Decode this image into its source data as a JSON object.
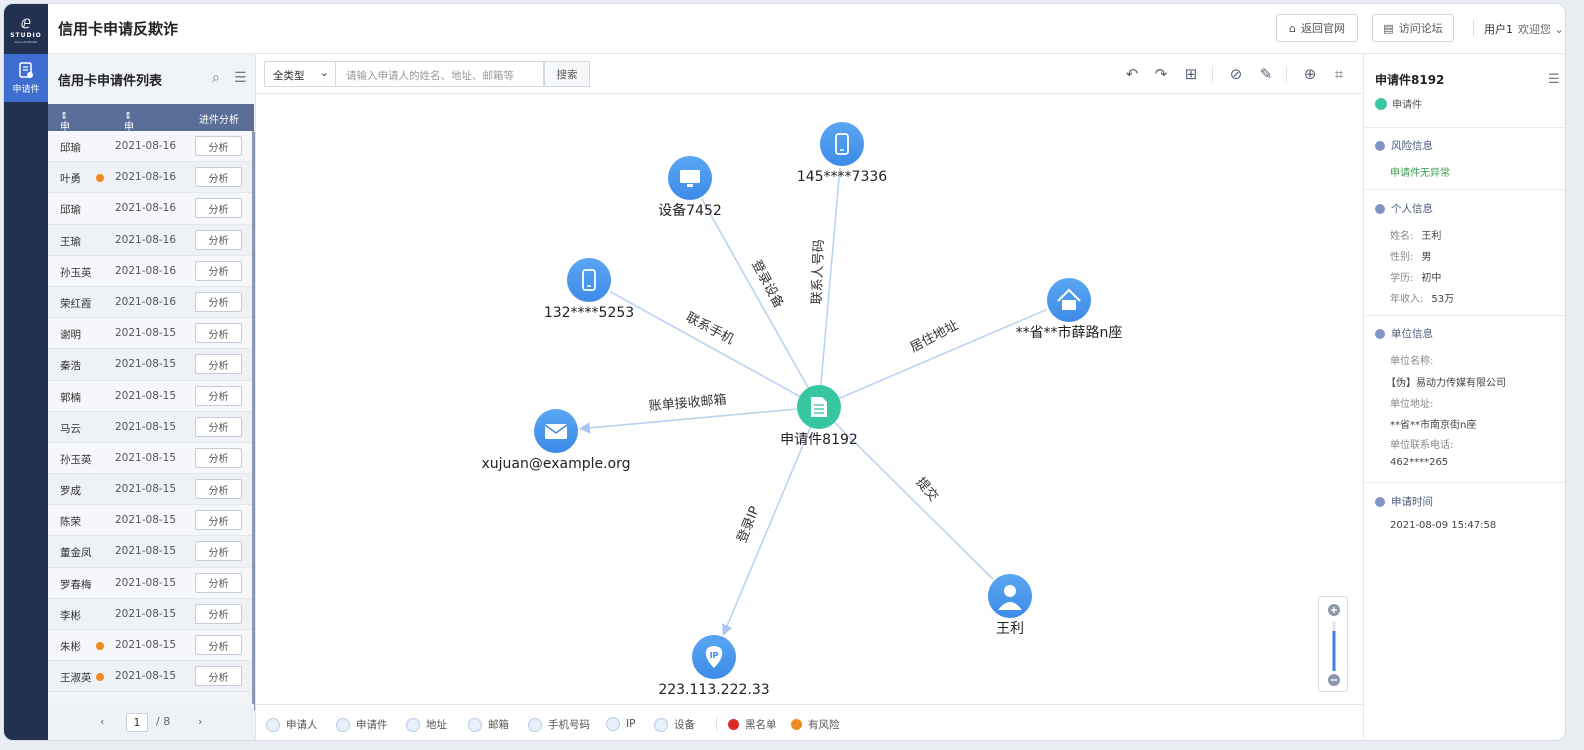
{
  "app": {
    "logo_text": "STUDIO",
    "logo_sub": "GALAXYBASE",
    "title": "信用卡申请反欺诈"
  },
  "rail": {
    "item_label": "申请件"
  },
  "header": {
    "home_button": "返回官网",
    "forum_button": "访问论坛",
    "user": "用户1",
    "welcome": "欢迎您"
  },
  "list": {
    "title": "信用卡申请件列表",
    "columns": {
      "applicant": "申请人",
      "time": "申请时间",
      "analysis": "进件分析"
    },
    "rows": [
      {
        "name": "邱瑜",
        "date": "2021-08-16",
        "risk": false,
        "action": "分析"
      },
      {
        "name": "叶勇",
        "date": "2021-08-16",
        "risk": true,
        "action": "分析"
      },
      {
        "name": "邱瑜",
        "date": "2021-08-16",
        "risk": false,
        "action": "分析"
      },
      {
        "name": "王瑜",
        "date": "2021-08-16",
        "risk": false,
        "action": "分析"
      },
      {
        "name": "孙玉英",
        "date": "2021-08-16",
        "risk": false,
        "action": "分析"
      },
      {
        "name": "荣红霞",
        "date": "2021-08-16",
        "risk": false,
        "action": "分析"
      },
      {
        "name": "谢明",
        "date": "2021-08-15",
        "risk": false,
        "action": "分析"
      },
      {
        "name": "秦浩",
        "date": "2021-08-15",
        "risk": false,
        "action": "分析"
      },
      {
        "name": "郭楠",
        "date": "2021-08-15",
        "risk": false,
        "action": "分析"
      },
      {
        "name": "马云",
        "date": "2021-08-15",
        "risk": false,
        "action": "分析"
      },
      {
        "name": "孙玉英",
        "date": "2021-08-15",
        "risk": false,
        "action": "分析"
      },
      {
        "name": "罗成",
        "date": "2021-08-15",
        "risk": false,
        "action": "分析"
      },
      {
        "name": "陈荣",
        "date": "2021-08-15",
        "risk": false,
        "action": "分析"
      },
      {
        "name": "董金凤",
        "date": "2021-08-15",
        "risk": false,
        "action": "分析"
      },
      {
        "name": "罗春梅",
        "date": "2021-08-15",
        "risk": false,
        "action": "分析"
      },
      {
        "name": "李彬",
        "date": "2021-08-15",
        "risk": false,
        "action": "分析"
      },
      {
        "name": "朱彬",
        "date": "2021-08-15",
        "risk": true,
        "action": "分析"
      },
      {
        "name": "王淑英",
        "date": "2021-08-15",
        "risk": true,
        "action": "分析"
      }
    ],
    "pager": {
      "current": "1",
      "total": "/ 8",
      "prev": "‹",
      "next": "›"
    }
  },
  "toolbar": {
    "type_select": "全类型",
    "search_placeholder": "请输入申请人的姓名、地址、邮箱等",
    "search_button": "搜索"
  },
  "graph": {
    "center": {
      "label": "申请件8192",
      "icon": "document-icon"
    },
    "nodes": [
      {
        "id": "phone2",
        "label": "145****7336",
        "icon": "phone-icon",
        "edge": "联系人号码"
      },
      {
        "id": "device",
        "label": "设备7452",
        "icon": "monitor-icon",
        "edge": "登录设备"
      },
      {
        "id": "phone1",
        "label": "132****5253",
        "icon": "phone-icon",
        "edge": "联系手机"
      },
      {
        "id": "home",
        "label": "**省**市薛路n座",
        "icon": "house-icon",
        "edge": "居住地址"
      },
      {
        "id": "email",
        "label": "xujuan@example.org",
        "icon": "mail-icon",
        "edge": "账单接收邮箱"
      },
      {
        "id": "ip",
        "label": "223.113.222.33",
        "icon": "ip-pin-icon",
        "edge": "登录IP"
      },
      {
        "id": "person",
        "label": "王利",
        "icon": "person-icon",
        "edge": "提交"
      }
    ]
  },
  "legend": {
    "items": [
      "申请人",
      "申请件",
      "地址",
      "邮箱",
      "手机号码",
      "IP",
      "设备"
    ],
    "blacklist": "黑名单",
    "risk": "有风险",
    "colors": {
      "blacklist": "#d92b2b",
      "risk": "#f08a24",
      "node": "#3d8be8",
      "center": "#36c6a0"
    }
  },
  "zoom": {
    "level": 0.8
  },
  "detail": {
    "title": "申请件8192",
    "type": "申请件",
    "risk": {
      "header": "风险信息",
      "text": "申请件无异常"
    },
    "personal": {
      "header": "个人信息",
      "name_k": "姓名:",
      "name_v": "王利",
      "gender_k": "性别:",
      "gender_v": "男",
      "edu_k": "学历:",
      "edu_v": "初中",
      "income_k": "年收入:",
      "income_v": "53万"
    },
    "company": {
      "header": "单位信息",
      "name_k": "单位名称:",
      "name_v": "【伪】易动力传媒有限公司",
      "addr_k": "单位地址:",
      "addr_v": "**省**市南京街n座",
      "phone_k": "单位联系电话:",
      "phone_v": "462****265"
    },
    "time": {
      "header": "申请时间",
      "value": "2021-08-09 15:47:58"
    }
  }
}
